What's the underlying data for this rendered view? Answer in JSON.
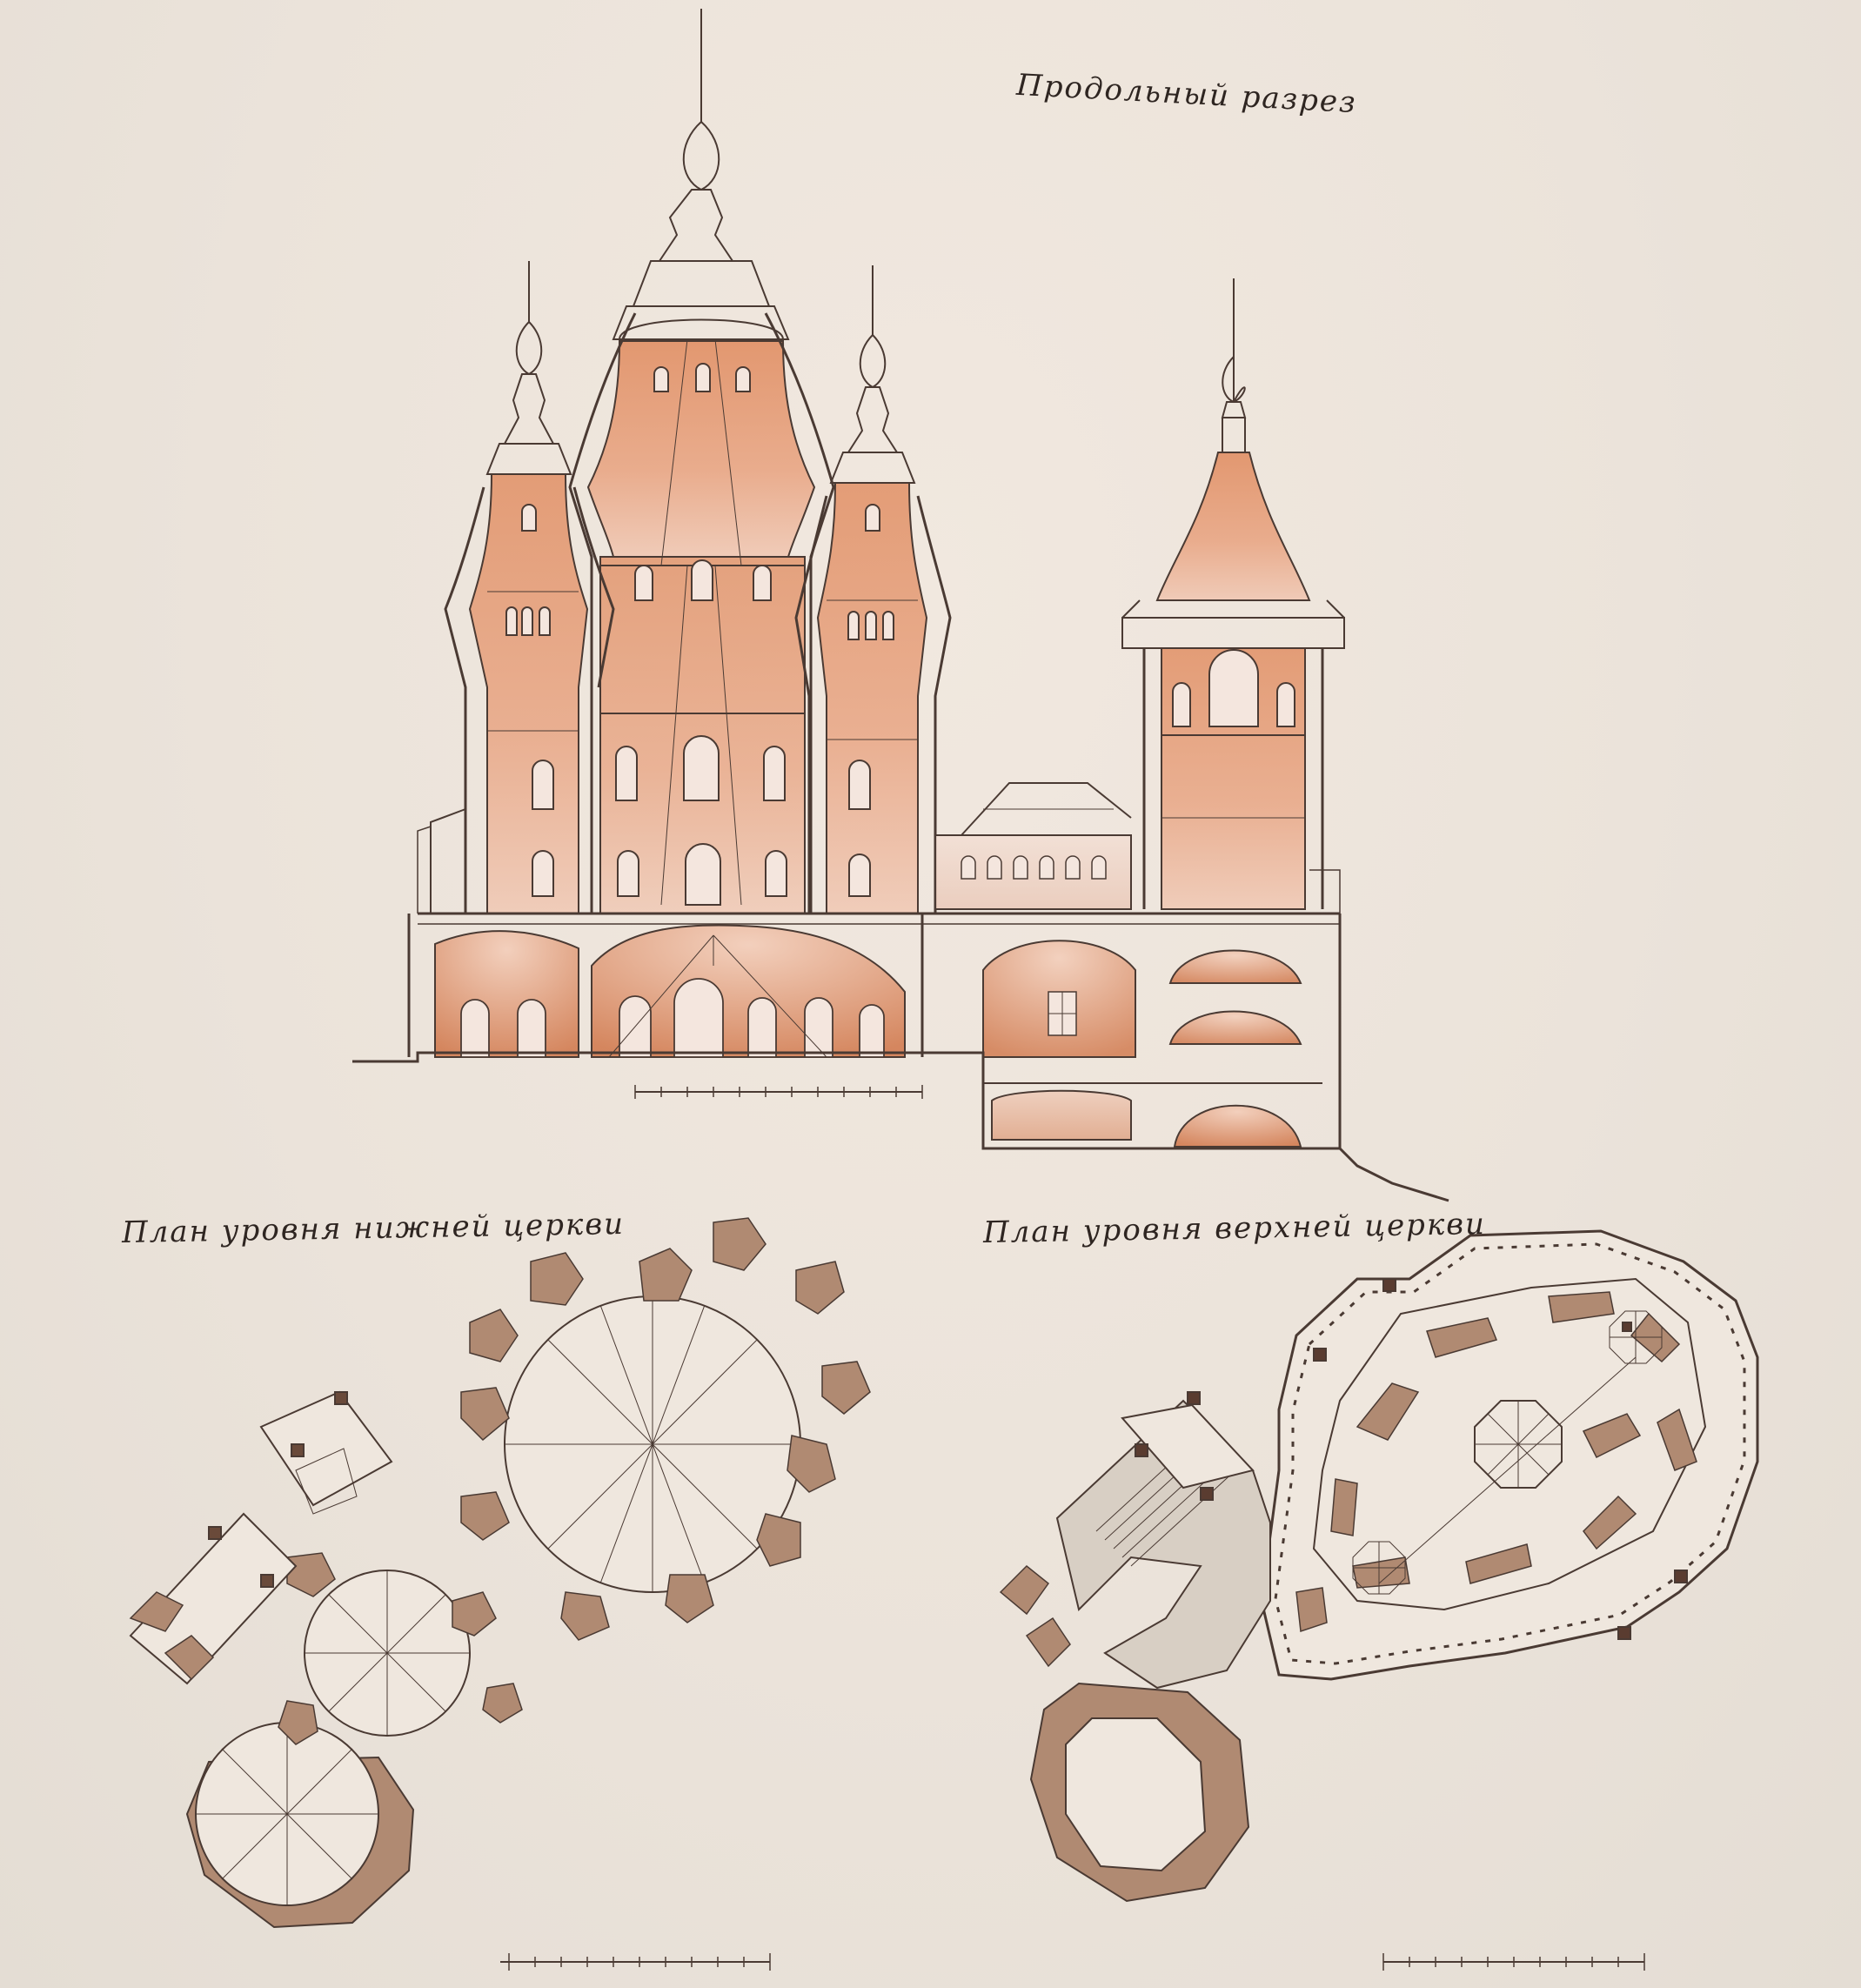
{
  "titles": {
    "section": "Продольный разрез",
    "lower_plan": "План уровня нижней церкви",
    "upper_plan": "План уровня верхней церкви"
  },
  "colors": {
    "paper": "#ece5dc",
    "ink": "#4a3a33",
    "wash_terracotta": "#d88a63",
    "wash_pink": "#e9b6a0",
    "plan_wall": "#b08a72"
  }
}
